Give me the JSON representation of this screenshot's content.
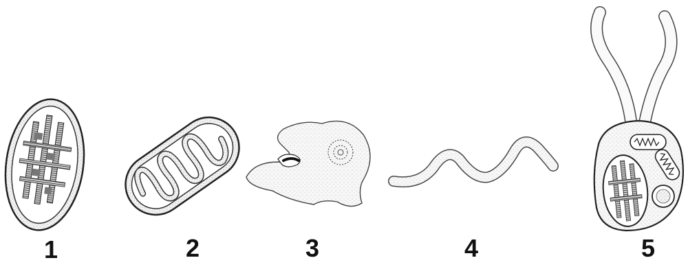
{
  "figures": [
    {
      "label": "1"
    },
    {
      "label": "2"
    },
    {
      "label": "3"
    },
    {
      "label": "4"
    },
    {
      "label": "5"
    }
  ]
}
